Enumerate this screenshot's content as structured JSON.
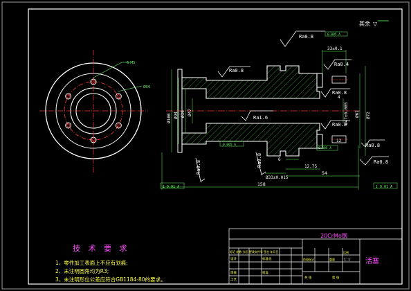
{
  "drawing": {
    "top_right_note": "其余",
    "top_right_symbol": "▽",
    "colors": {
      "background": "#000000",
      "frame": "#ffffff",
      "outline": "#ffffff",
      "centerline": "#ff3b3b",
      "hatch": "#43c143",
      "dimension": "#66ff66",
      "symbol": "#ffffff",
      "text_yellow": "#ffff4a",
      "text_magenta": "#ff4aff",
      "hole": "#ff3b3b"
    },
    "left_view": {
      "labels": [
        "6-M5",
        "Ø50"
      ]
    },
    "section_view": {
      "dimensions": {
        "overall_length": "158",
        "length_54": "54",
        "length_12_75": "12.75",
        "length_33": "33±0.1",
        "length_6": "6",
        "length_12": "12",
        "length_4": "4",
        "dia_left_outer": "Ø100",
        "dia_left_mid": "Ø94",
        "dia_bore_left": "Ø36",
        "dia_bore_right": "Ø47",
        "dia_right_outer": "Ø62",
        "dia_right_max": "Ø72",
        "dia_tol_1": "Ø33±0.015",
        "dia_tol_2": "Ø47±0.005"
      },
      "roughness": [
        "Ra0.8",
        "Ra0.8",
        "Ra0.4",
        "Ra0.8",
        "Ra1.6",
        "Ra0.8",
        "Ra0.8",
        "Ra0.8",
        "Ra0.8",
        "Ra0.8"
      ],
      "tolerance_frames": [
        "0.005 A",
        "0.005 A",
        "0.005 A"
      ],
      "datum_left": "1 0.01 A",
      "datum_right": "1 0.01 A"
    },
    "tech_requirements": {
      "title": "技 术 要 求",
      "lines": [
        "1、零件加工表面上不应有划痕;",
        "2、未注明圆角均为R3;",
        "3、未注明形位公差应符合GB1184-80的要求。"
      ]
    },
    "title_block": {
      "material": "20CrMo钢",
      "part_name": "活塞",
      "scale": "1:1",
      "rows": [
        "标记 处数 分区 更改文件号 签名 年月日",
        "设计",
        "审核",
        "工艺"
      ],
      "small_labels": [
        "标准化",
        "批准",
        "阶段标记",
        "重量",
        "比例",
        "共 张",
        "第 张"
      ]
    }
  }
}
